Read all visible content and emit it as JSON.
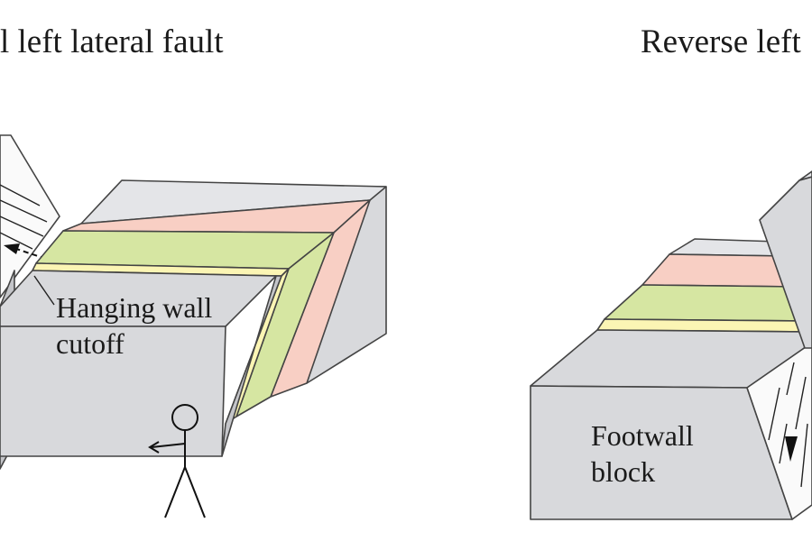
{
  "titles": {
    "left": "l left lateral fault",
    "right": "Reverse left"
  },
  "labels": {
    "hanging_wall_line1": "Hanging wall",
    "hanging_wall_line2": "cutoff",
    "footwall_line1": "Footwall",
    "footwall_line2": "block"
  },
  "colors": {
    "block_grey": "#d8d9dc",
    "fault_plane": "#fafafa",
    "layer_pink": "#f8cfc4",
    "layer_green": "#d6e6a2",
    "layer_yellow": "#fbf5b4",
    "outline": "#444444"
  },
  "icons": [
    "stick-figure-icon",
    "slip-arrow-icon"
  ]
}
